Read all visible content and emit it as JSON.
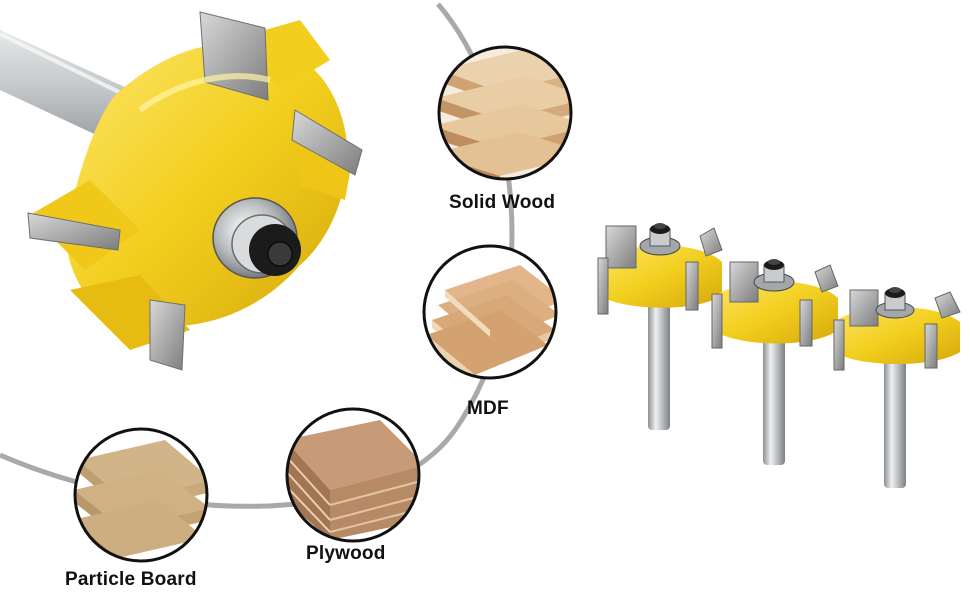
{
  "materials": [
    {
      "key": "solid-wood",
      "label": "Solid Wood"
    },
    {
      "key": "mdf",
      "label": "MDF"
    },
    {
      "key": "plywood",
      "label": "Plywood"
    },
    {
      "key": "particle-board",
      "label": "Particle Board"
    }
  ],
  "colors": {
    "cutter_body": "#f2cf1e",
    "cutter_shade": "#d7ac10",
    "carbide": "#9a9a9a",
    "shank": "#c9cbcd",
    "arc": "#a9a9a9",
    "wood_light": "#e6c59c",
    "wood_dark": "#c9996a"
  },
  "product": {
    "bit_count": 3
  }
}
